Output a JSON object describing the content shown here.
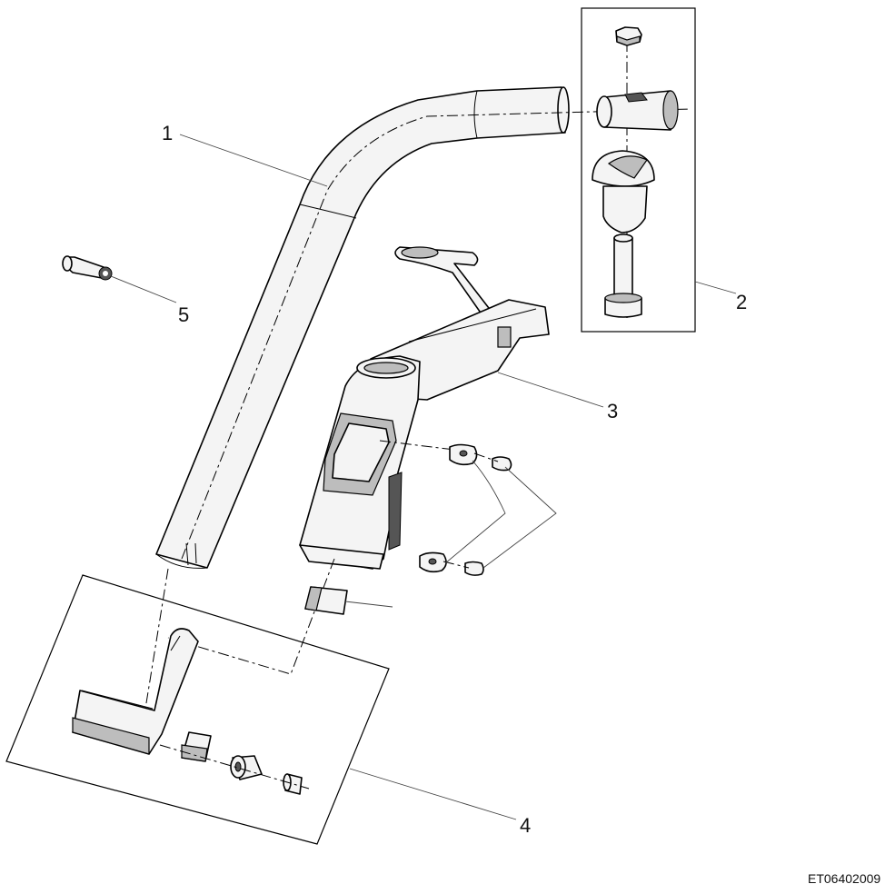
{
  "callouts": [
    {
      "id": "label-1",
      "text": "1"
    },
    {
      "id": "label-2",
      "text": "2"
    },
    {
      "id": "label-3",
      "text": "3"
    },
    {
      "id": "label-4",
      "text": "4"
    },
    {
      "id": "label-5",
      "text": "5"
    }
  ],
  "drawing_code": "ET06402009"
}
